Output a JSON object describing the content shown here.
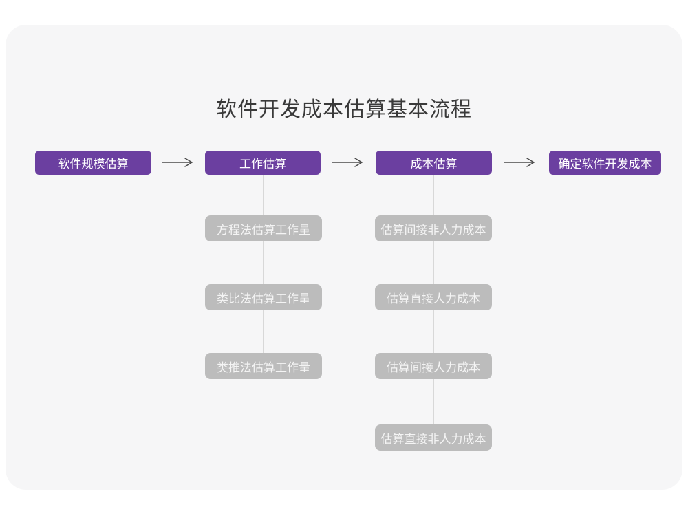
{
  "title": "软件开发成本估算基本流程",
  "colors": {
    "accent_purple": "#6b3fa0",
    "sub_node_gray": "#bcbcbc",
    "card_background": "#f6f6f7",
    "connector_line": "#d8d8d8",
    "arrow_stroke": "#4a4a4a",
    "title_text": "#3a3a3a"
  },
  "flow": {
    "main_steps": [
      {
        "label": "软件规模估算"
      },
      {
        "label": "工作估算"
      },
      {
        "label": "成本估算"
      },
      {
        "label": "确定软件开发成本"
      }
    ],
    "work_substeps": [
      {
        "label": "方程法估算工作量"
      },
      {
        "label": "类比法估算工作量"
      },
      {
        "label": "类推法估算工作量"
      }
    ],
    "cost_substeps": [
      {
        "label": "估算间接非人力成本"
      },
      {
        "label": "估算直接人力成本"
      },
      {
        "label": "估算间接人力成本"
      },
      {
        "label": "估算直接非人力成本"
      }
    ]
  }
}
